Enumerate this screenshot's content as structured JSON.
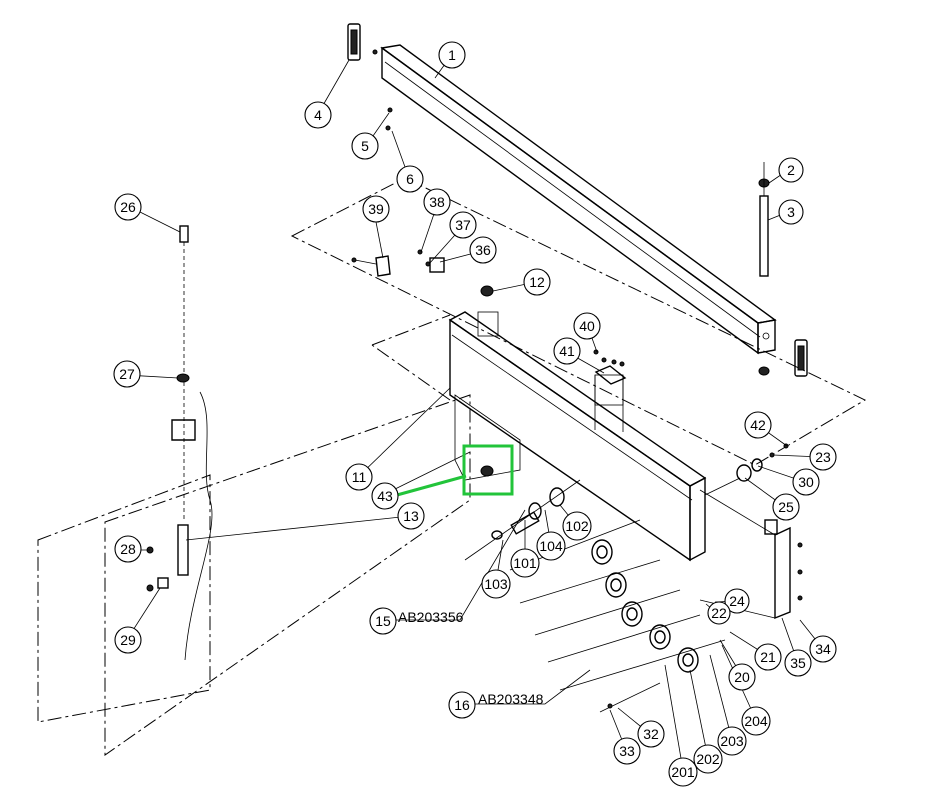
{
  "balloons": [
    {
      "label": "1"
    },
    {
      "label": "2"
    },
    {
      "label": "3"
    },
    {
      "label": "4"
    },
    {
      "label": "5"
    },
    {
      "label": "6"
    },
    {
      "label": "11"
    },
    {
      "label": "12"
    },
    {
      "label": "13"
    },
    {
      "label": "15"
    },
    {
      "label": "16"
    },
    {
      "label": "20"
    },
    {
      "label": "21"
    },
    {
      "label": "22"
    },
    {
      "label": "23"
    },
    {
      "label": "24"
    },
    {
      "label": "25"
    },
    {
      "label": "26"
    },
    {
      "label": "27"
    },
    {
      "label": "28"
    },
    {
      "label": "29"
    },
    {
      "label": "30"
    },
    {
      "label": "32"
    },
    {
      "label": "33"
    },
    {
      "label": "34"
    },
    {
      "label": "35"
    },
    {
      "label": "36"
    },
    {
      "label": "37"
    },
    {
      "label": "38"
    },
    {
      "label": "39"
    },
    {
      "label": "40"
    },
    {
      "label": "41"
    },
    {
      "label": "42"
    },
    {
      "label": "43"
    },
    {
      "label": "101"
    },
    {
      "label": "102"
    },
    {
      "label": "103"
    },
    {
      "label": "104"
    },
    {
      "label": "201"
    },
    {
      "label": "202"
    },
    {
      "label": "203"
    },
    {
      "label": "204"
    }
  ],
  "codes": {
    "part15": "AB203356",
    "part16": "AB203348"
  },
  "colors": {
    "highlight": "#22c43a",
    "line": "#000000",
    "background": "#ffffff"
  }
}
